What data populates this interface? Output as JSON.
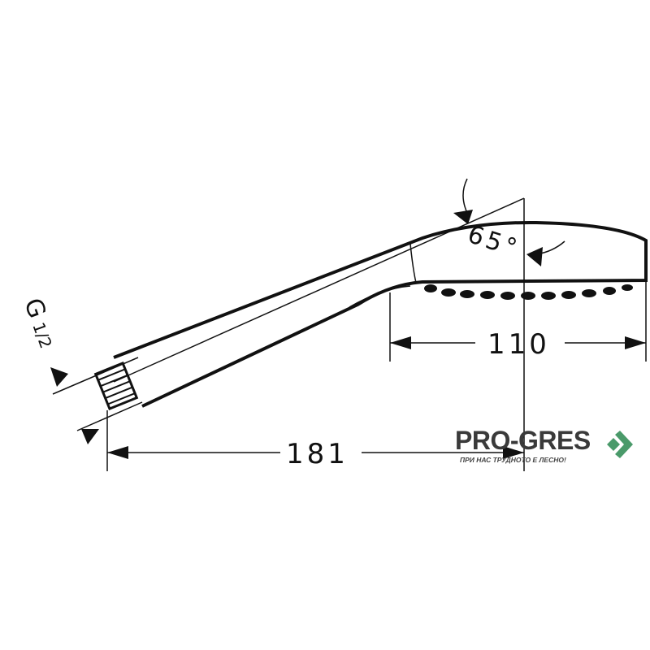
{
  "drawing": {
    "thread_label": "G",
    "thread_fraction": "1/2",
    "angle_label": "65°",
    "dim_overall_length": "181",
    "dim_head_length": "110"
  },
  "logo": {
    "name": "PRO-GRES",
    "tagline": "ПРИ НАС ТРУДНОТО Е ЛЕСНО!",
    "accent_color": "#4a9a6a"
  }
}
